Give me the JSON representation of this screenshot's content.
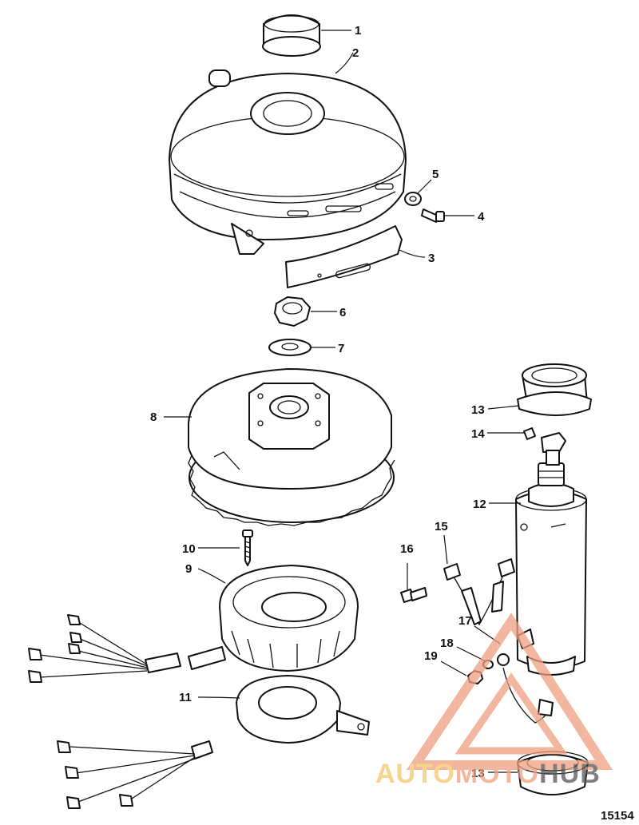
{
  "callouts": [
    {
      "id": "1",
      "label": "1"
    },
    {
      "id": "2",
      "label": "2"
    },
    {
      "id": "3",
      "label": "3"
    },
    {
      "id": "4",
      "label": "4"
    },
    {
      "id": "5",
      "label": "5"
    },
    {
      "id": "6",
      "label": "6"
    },
    {
      "id": "7",
      "label": "7"
    },
    {
      "id": "8",
      "label": "8"
    },
    {
      "id": "9",
      "label": "9"
    },
    {
      "id": "10",
      "label": "10"
    },
    {
      "id": "11",
      "label": "11"
    },
    {
      "id": "12",
      "label": "12"
    },
    {
      "id": "13a",
      "label": "13"
    },
    {
      "id": "13b",
      "label": "13"
    },
    {
      "id": "14",
      "label": "14"
    },
    {
      "id": "15",
      "label": "15"
    },
    {
      "id": "16",
      "label": "16"
    },
    {
      "id": "17",
      "label": "17"
    },
    {
      "id": "18",
      "label": "18"
    },
    {
      "id": "19",
      "label": "19"
    }
  ],
  "figure_number": "15154",
  "watermark": {
    "part1": "AUTO",
    "part2": "MOTO",
    "part3": "HUB",
    "color_primary": "#f0a080",
    "color_secondary": "#f6c86a",
    "color_dark": "#555555"
  }
}
